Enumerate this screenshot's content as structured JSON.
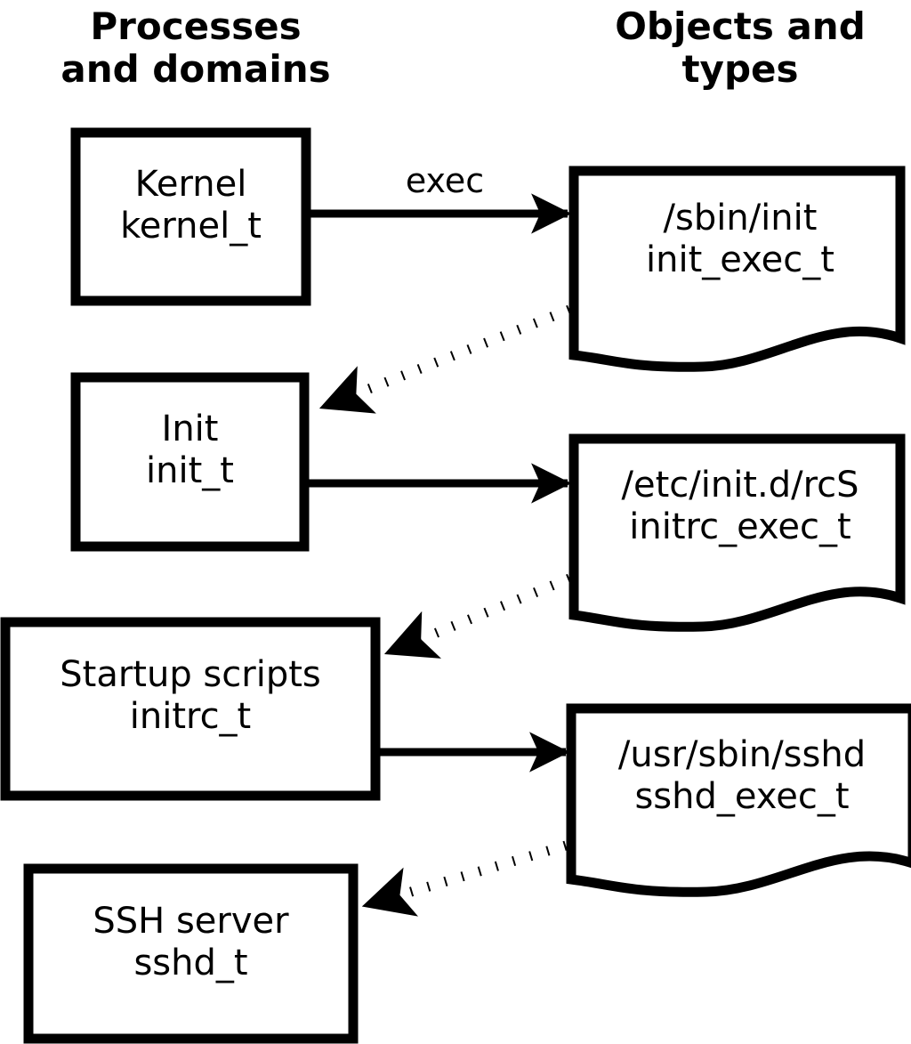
{
  "diagram": {
    "title_columns": {
      "left": "Processes\nand domains",
      "right": "Objects and\ntypes"
    },
    "colors": {
      "stroke": "#000000",
      "fill": "#ffffff",
      "text": "#000000"
    },
    "process_nodes": [
      {
        "id": "kernel",
        "name": "Kernel",
        "type": "kernel_t",
        "label": "Kernel\nkernel_t"
      },
      {
        "id": "init",
        "name": "Init",
        "type": "init_t",
        "label": "Init\ninit_t"
      },
      {
        "id": "initrc",
        "name": "Startup scripts",
        "type": "initrc_t",
        "label": "Startup scripts\ninitrc_t"
      },
      {
        "id": "sshd",
        "name": "SSH server",
        "type": "sshd_t",
        "label": "SSH server\nsshd_t"
      }
    ],
    "object_nodes": [
      {
        "id": "init_exec",
        "path": "/sbin/init",
        "type": "init_exec_t",
        "label": "/sbin/init\ninit_exec_t"
      },
      {
        "id": "initrc_exec",
        "path": "/etc/init.d/rcS",
        "type": "initrc_exec_t",
        "label": "/etc/init.d/rcS\ninitrc_exec_t"
      },
      {
        "id": "sshd_exec",
        "path": "/usr/sbin/sshd",
        "type": "sshd_exec_t",
        "label": "/usr/sbin/sshd\nsshd_exec_t"
      }
    ],
    "edges": [
      {
        "id": "e1",
        "from": "kernel",
        "to": "init_exec",
        "style": "solid",
        "label": "exec"
      },
      {
        "id": "e2",
        "from": "init_exec",
        "to": "init",
        "style": "dotted",
        "label": ""
      },
      {
        "id": "e3",
        "from": "init",
        "to": "initrc_exec",
        "style": "solid",
        "label": ""
      },
      {
        "id": "e4",
        "from": "initrc_exec",
        "to": "initrc",
        "style": "dotted",
        "label": ""
      },
      {
        "id": "e5",
        "from": "initrc",
        "to": "sshd_exec",
        "style": "solid",
        "label": ""
      },
      {
        "id": "e6",
        "from": "sshd_exec",
        "to": "sshd",
        "style": "dotted",
        "label": ""
      }
    ]
  }
}
